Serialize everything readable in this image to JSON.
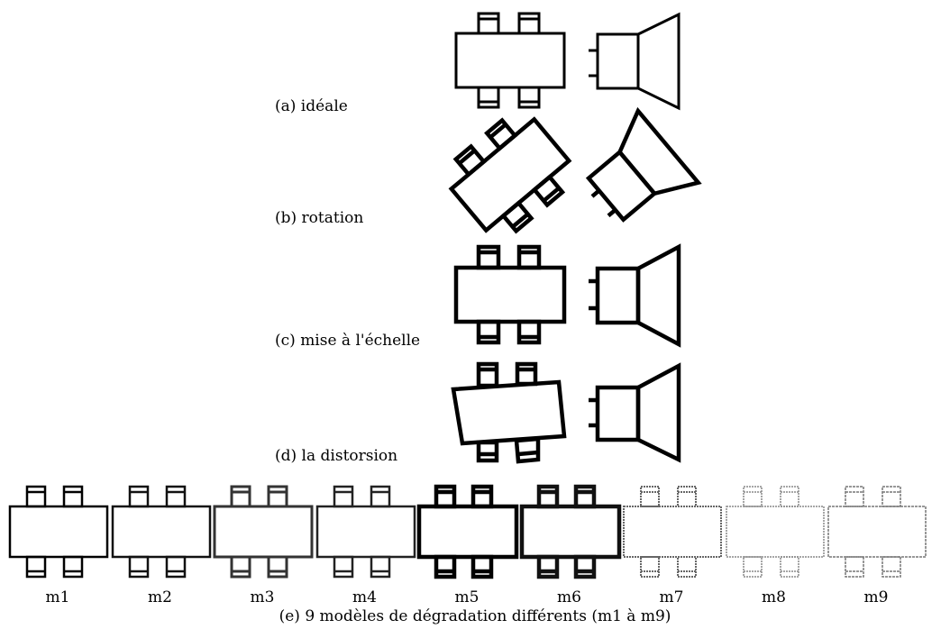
{
  "rows": [
    {
      "caption": "(a) idéale"
    },
    {
      "caption": "(b) rotation"
    },
    {
      "caption": "(c) mise à l'échelle"
    },
    {
      "caption": "(d) la distorsion"
    }
  ],
  "degradation": {
    "models": [
      "m1",
      "m2",
      "m3",
      "m4",
      "m5",
      "m6",
      "m7",
      "m8",
      "m9"
    ],
    "caption": "(e) 9 modèles de dégradation différents (m1 à m9)"
  }
}
